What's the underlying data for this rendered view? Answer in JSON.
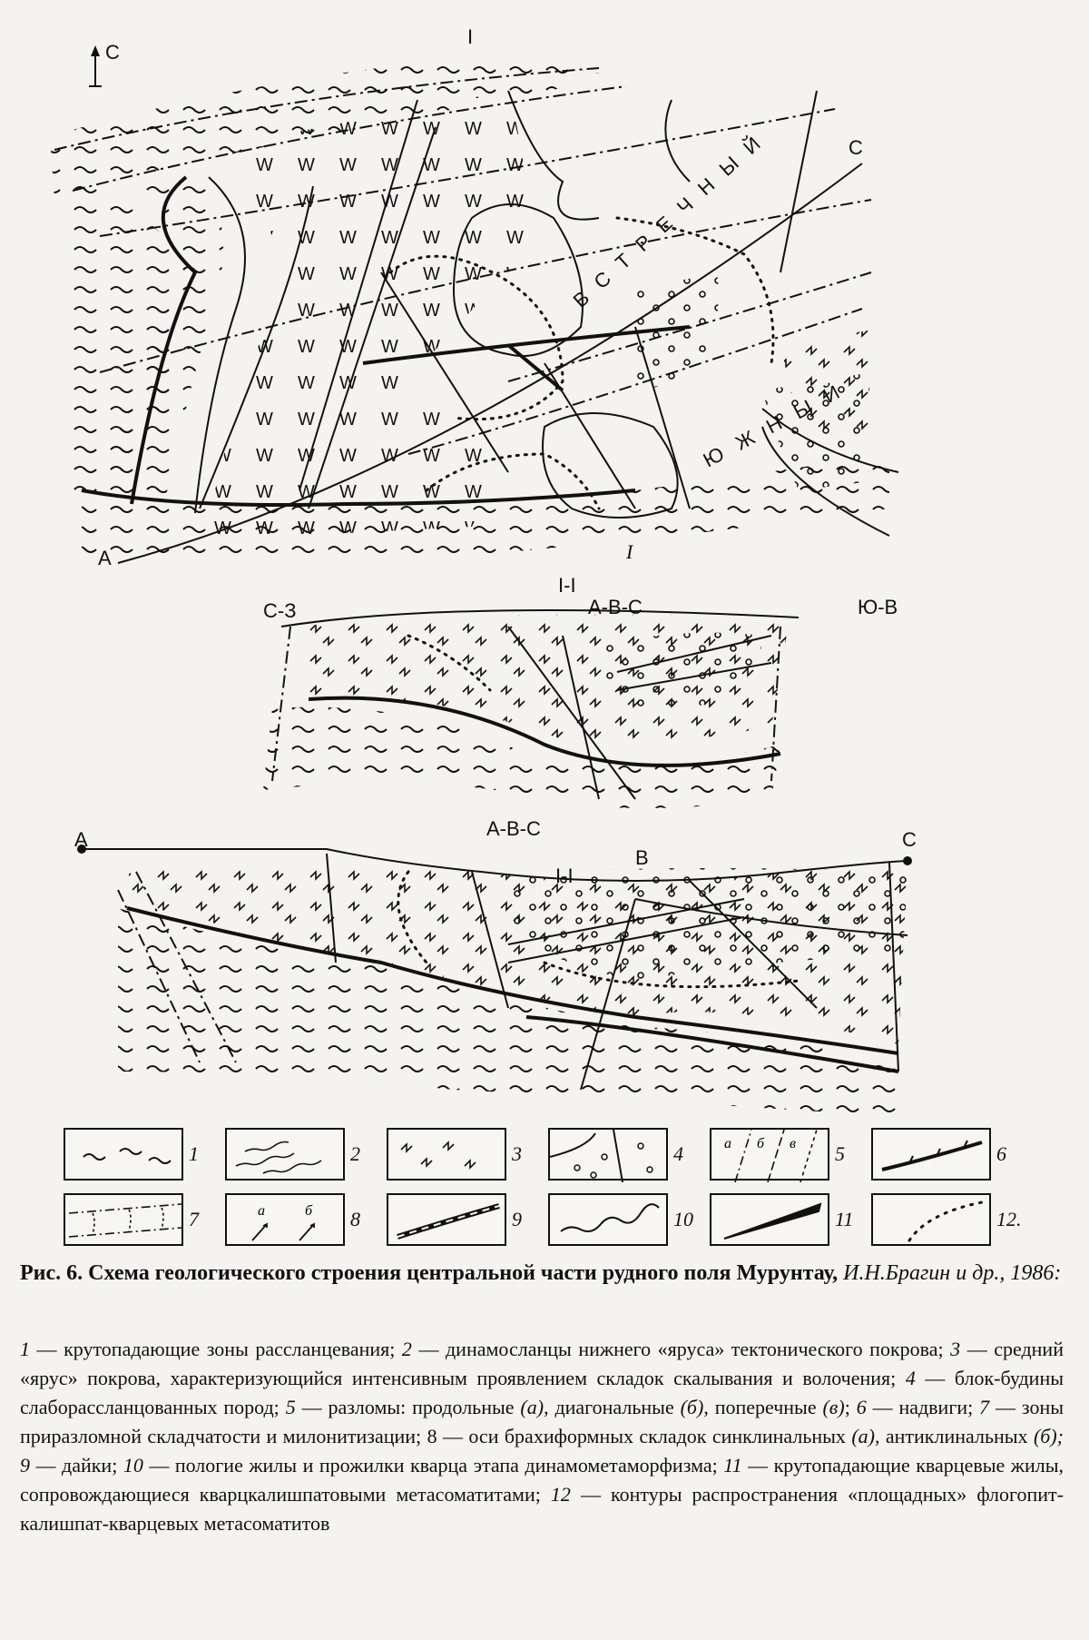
{
  "map_labels": {
    "north_arrow": "С",
    "profile_i_top": "I",
    "profile_i_bottom": "I",
    "point_a": "А",
    "point_c": "С",
    "fault_southern_text": "Ю Ж Н Ы Й",
    "fault_northern_text": "В С Т Р Е Ч Н Ы Й"
  },
  "section_i": {
    "title": "I-I",
    "left_end": "С-З",
    "right_end": "Ю-В",
    "marker": "А-В-С"
  },
  "section_abc": {
    "title": "А-В-С",
    "left_end": "А",
    "right_end": "С",
    "marker_i": "I-I",
    "marker_b": "В"
  },
  "legend": {
    "items": [
      {
        "num": "1"
      },
      {
        "num": "2"
      },
      {
        "num": "3"
      },
      {
        "num": "4"
      },
      {
        "num": "5",
        "sub": [
          "а",
          "б",
          "в"
        ]
      },
      {
        "num": "6"
      },
      {
        "num": "7"
      },
      {
        "num": "8",
        "sub": [
          "а",
          "б"
        ]
      },
      {
        "num": "9"
      },
      {
        "num": "10"
      },
      {
        "num": "11"
      },
      {
        "num": "12."
      }
    ]
  },
  "caption": {
    "title": "Рис. 6. Схема геологического строения центральной части рудного поля Мурунтау,",
    "author": "И.Н.Брагин и др., 1986:"
  },
  "description": {
    "n1": "1",
    "t1": " — крутопадающие зоны рассланцевания; ",
    "n2": "2",
    "t2": " — динамосланцы нижнего «яруса» тектонического покрова; ",
    "n3": "3",
    "t3": " — средний «ярус» покрова, характеризующийся интенсивным проявлением складок скалывания и волочения; ",
    "n4": "4",
    "t4": " — блок-будины слаборассланцованных пород; ",
    "n5": "5",
    "t5a": " — разломы: продольные ",
    "s5a": "(а)",
    "t5b": ", диагональные ",
    "s5b": "(б)",
    "t5c": ", поперечные ",
    "s5c": "(в)",
    "t5d": "; ",
    "n6": "6",
    "t6": " — надвиги; ",
    "n7": "7",
    "t7": " — зоны приразломной складчатости и милонитизации; ",
    "n8": "8",
    "t8a": " — оси брахиформных складок синклинальных ",
    "s8a": "(а),",
    "t8b": " антиклинальных ",
    "s8b": "(б);",
    "n9": " 9",
    "t9": " — дайки; ",
    "n10": "10",
    "t10": " — пологие жилы и прожилки кварца этапа динамометаморфизма; ",
    "n11": "11",
    "t11": " — крутопадающие кварцевые жилы, сопровождающиеся кварцкалишпатовыми метасоматитами; ",
    "n12": "12",
    "t12": " — контуры распространения «площадных» флогопит-калишпат-кварцевых метасоматитов"
  }
}
